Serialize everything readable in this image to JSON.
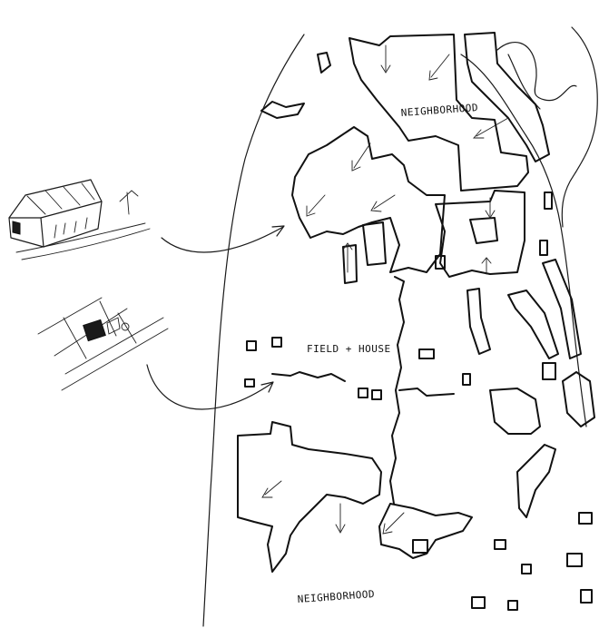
{
  "labels": {
    "neighborhood_north": "NEIGHBORHOOD",
    "field_house": "FIELD + HOUSE",
    "neighborhood_south": "NEIGHBORHOOD"
  },
  "colors": {
    "ink": "#111111",
    "paper": "#ffffff"
  },
  "icons": {
    "barn_sketch": "barn-vignette-icon",
    "house_plot_sketch": "house-plot-vignette-icon"
  }
}
